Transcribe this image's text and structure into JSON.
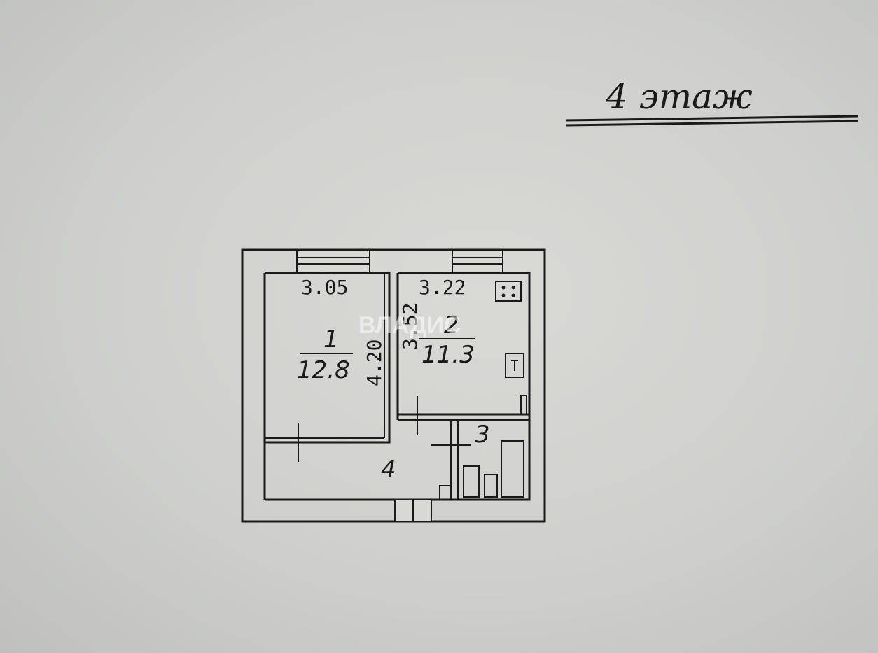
{
  "header": {
    "floor_label": "4 этаж"
  },
  "watermark": {
    "text": "ВЛАДИС"
  },
  "rooms": [
    {
      "id": "1",
      "area": "12.8",
      "width": "3.05",
      "depth": "4.20"
    },
    {
      "id": "2",
      "area": "11.3",
      "width": "3.22",
      "depth": "3.52"
    },
    {
      "id": "3"
    },
    {
      "id": "4"
    }
  ],
  "colors": {
    "ink": "#1a1a1a",
    "paper": "#d5d6d3"
  }
}
